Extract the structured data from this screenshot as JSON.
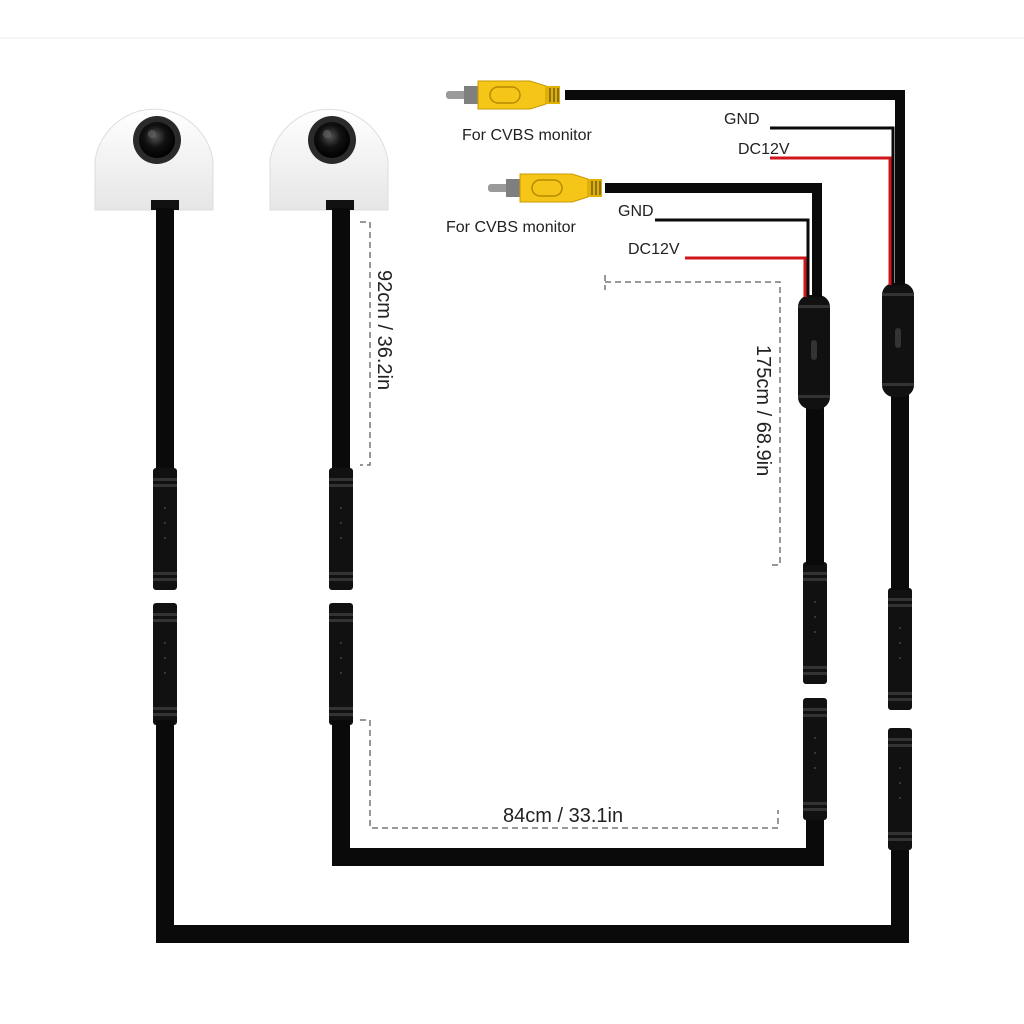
{
  "labels": {
    "rca_top": "For CVBS monitor",
    "rca_bottom": "For CVBS monitor",
    "gnd_top": "GND",
    "dc_top": "DC12V",
    "gnd_bottom": "GND",
    "dc_bottom": "DC12V"
  },
  "dimensions": {
    "camera_cable": "92cm / 36.2in",
    "extension_cable": "175cm / 68.9in",
    "horizontal_run": "84cm / 33.1in"
  },
  "colors": {
    "cable": "#0a0a0a",
    "rca_plug": "#f5c518",
    "power_wire": "#d0161b",
    "camera_body": "#f4f4f4",
    "dimension_line": "#777777"
  }
}
